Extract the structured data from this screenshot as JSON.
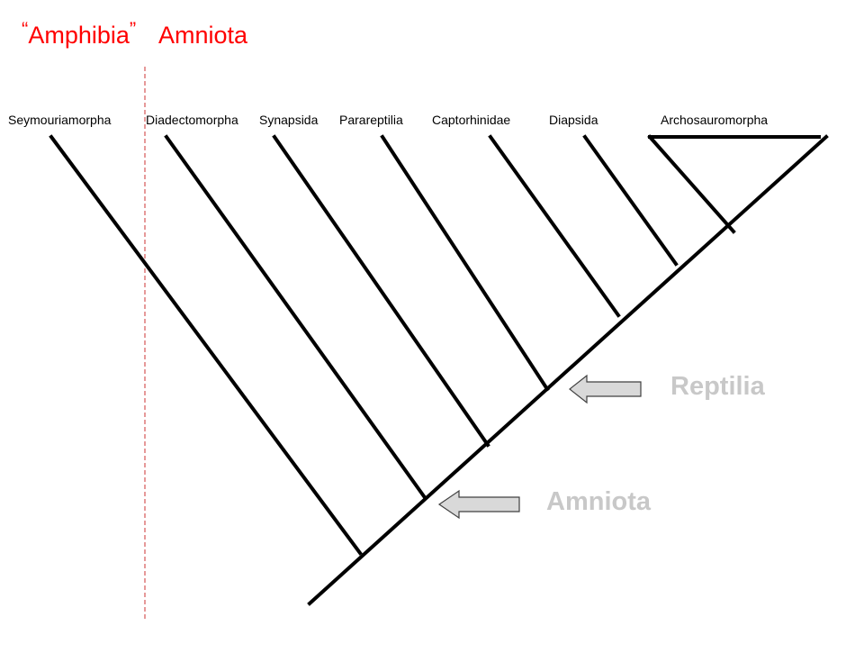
{
  "header": {
    "amphibia_quote_open": "“",
    "amphibia_label": "Amphibia",
    "amphibia_quote_close": "”",
    "amniota_label": "Amniota"
  },
  "taxa": [
    "Seymouriamorpha",
    "Diadectomorpha",
    "Synapsida",
    "Parareptilia",
    "Captorhinidae",
    "Diapsida",
    "Archosauromorpha"
  ],
  "groups": {
    "reptilia": "Reptilia",
    "amniota": "Amniota"
  },
  "colors": {
    "header_text": "#ff0000",
    "divider_line": "#cc3333",
    "branch": "#000000",
    "group_label": "#c8c8c8",
    "arrow_fill": "#d9d9d9",
    "arrow_stroke": "#404040"
  },
  "icons": {
    "arrow": "arrow-left-icon"
  }
}
